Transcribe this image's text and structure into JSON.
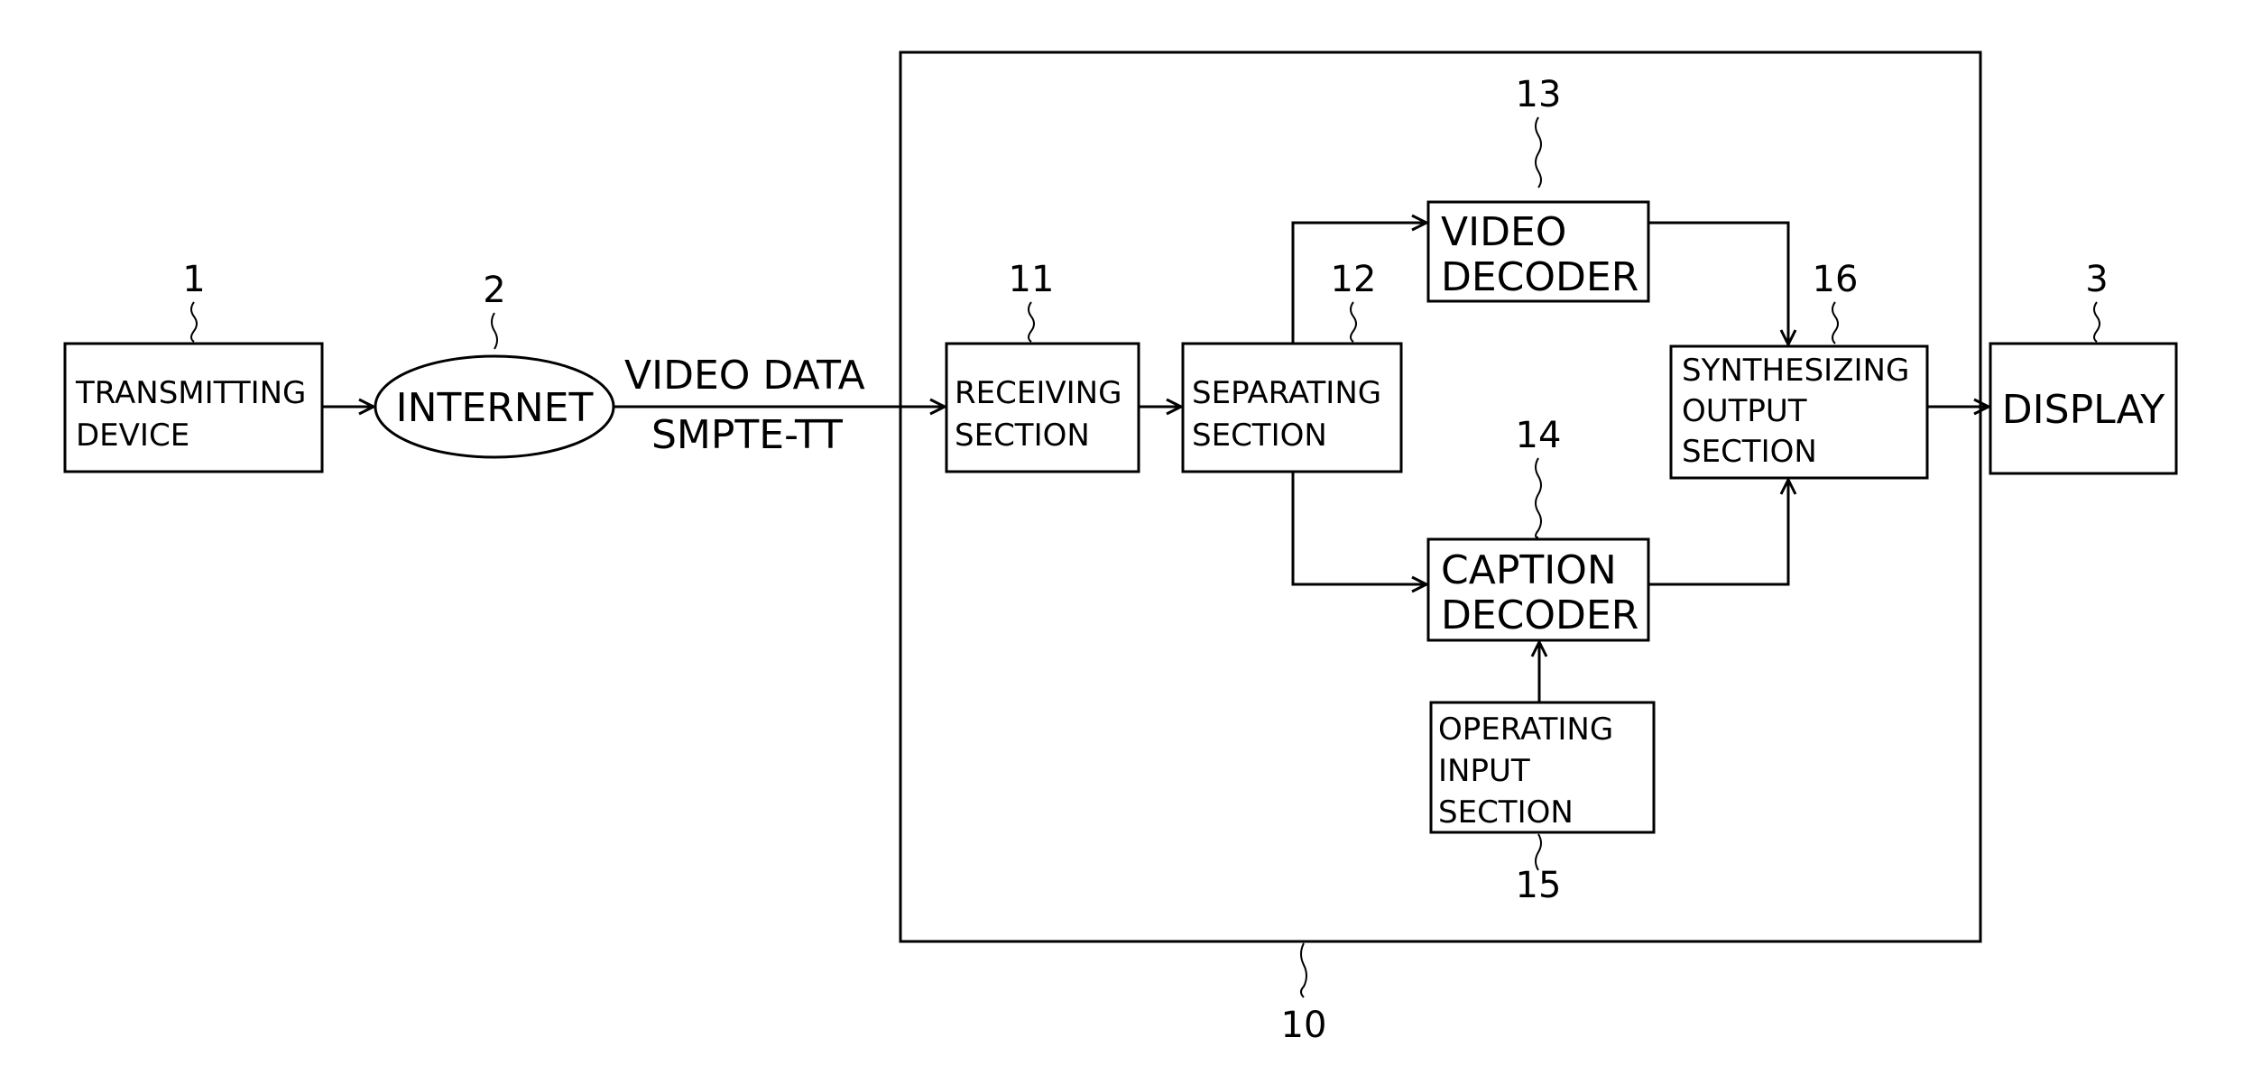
{
  "figure": {
    "refs": {
      "transmitting_device": "1",
      "internet": "2",
      "display": "3",
      "receiver": "10",
      "receiving_section": "11",
      "separating_section": "12",
      "video_decoder": "13",
      "caption_decoder": "14",
      "operating_input_section": "15",
      "synthesizing_output_section": "16"
    },
    "blocks": {
      "transmitting_device": [
        "TRANSMITTING",
        "DEVICE"
      ],
      "internet": "INTERNET",
      "receiving_section": [
        "RECEIVING",
        "SECTION"
      ],
      "separating_section": [
        "SEPARATING",
        "SECTION"
      ],
      "video_decoder": [
        "VIDEO",
        "DECODER"
      ],
      "caption_decoder": [
        "CAPTION",
        "DECODER"
      ],
      "operating_input_section": [
        "OPERATING",
        "INPUT",
        "SECTION"
      ],
      "synthesizing_output_section": [
        "SYNTHESIZING",
        "OUTPUT",
        "SECTION"
      ],
      "display": "DISPLAY"
    },
    "link_label": [
      "VIDEO DATA",
      "SMPTE-TT"
    ]
  }
}
